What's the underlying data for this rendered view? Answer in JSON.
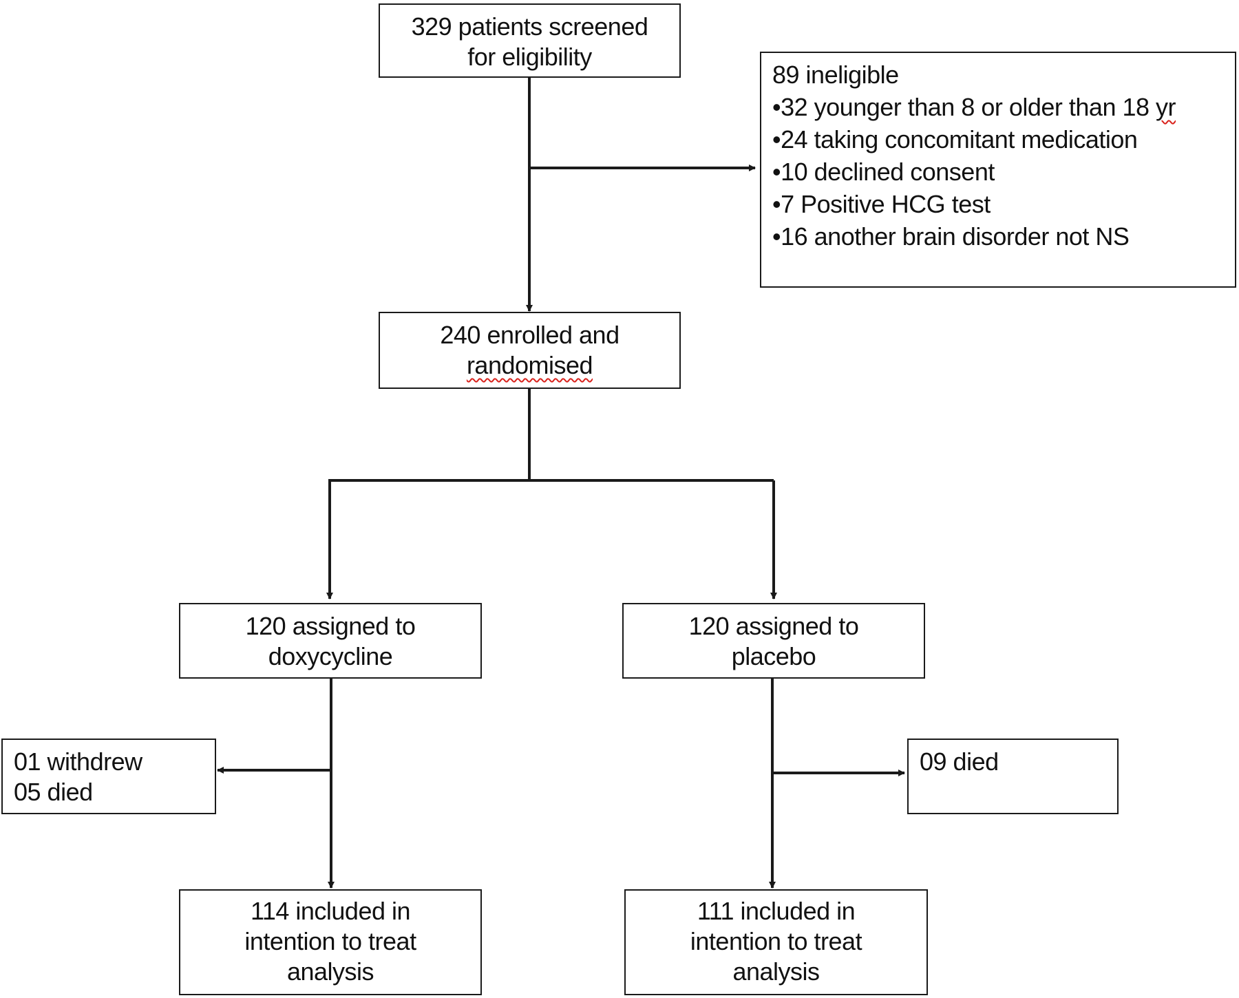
{
  "diagram": {
    "screened": {
      "lines": [
        "329 patients screened",
        "for eligibility"
      ]
    },
    "ineligible": {
      "heading": "89 ineligible",
      "items": [
        {
          "text": "32 younger than 8 or older than 18 ",
          "flagged": "yr"
        },
        {
          "text": "24 taking concomitant medication"
        },
        {
          "text": "10 declined consent"
        },
        {
          "text": "7 Positive HCG test"
        },
        {
          "text": "16 another brain disorder not NS"
        }
      ],
      "bullet": "•"
    },
    "enrolled": {
      "line1": "240 enrolled and",
      "line2": "randomised"
    },
    "doxy_arm": {
      "lines": [
        "120 assigned to",
        "doxycycline"
      ]
    },
    "placebo_arm": {
      "lines": [
        "120 assigned to",
        "placebo"
      ]
    },
    "doxy_loss": {
      "lines": [
        "01 withdrew",
        "05 died"
      ]
    },
    "placebo_loss": {
      "lines": [
        "09 died"
      ]
    },
    "doxy_itt": {
      "lines": [
        "114 included in",
        "intention to treat",
        "analysis"
      ]
    },
    "placebo_itt": {
      "lines": [
        "111 included in",
        "intention to treat",
        "analysis"
      ]
    },
    "colors": {
      "line": "#1a1a1a",
      "spellcheck": "#d9221c"
    }
  }
}
